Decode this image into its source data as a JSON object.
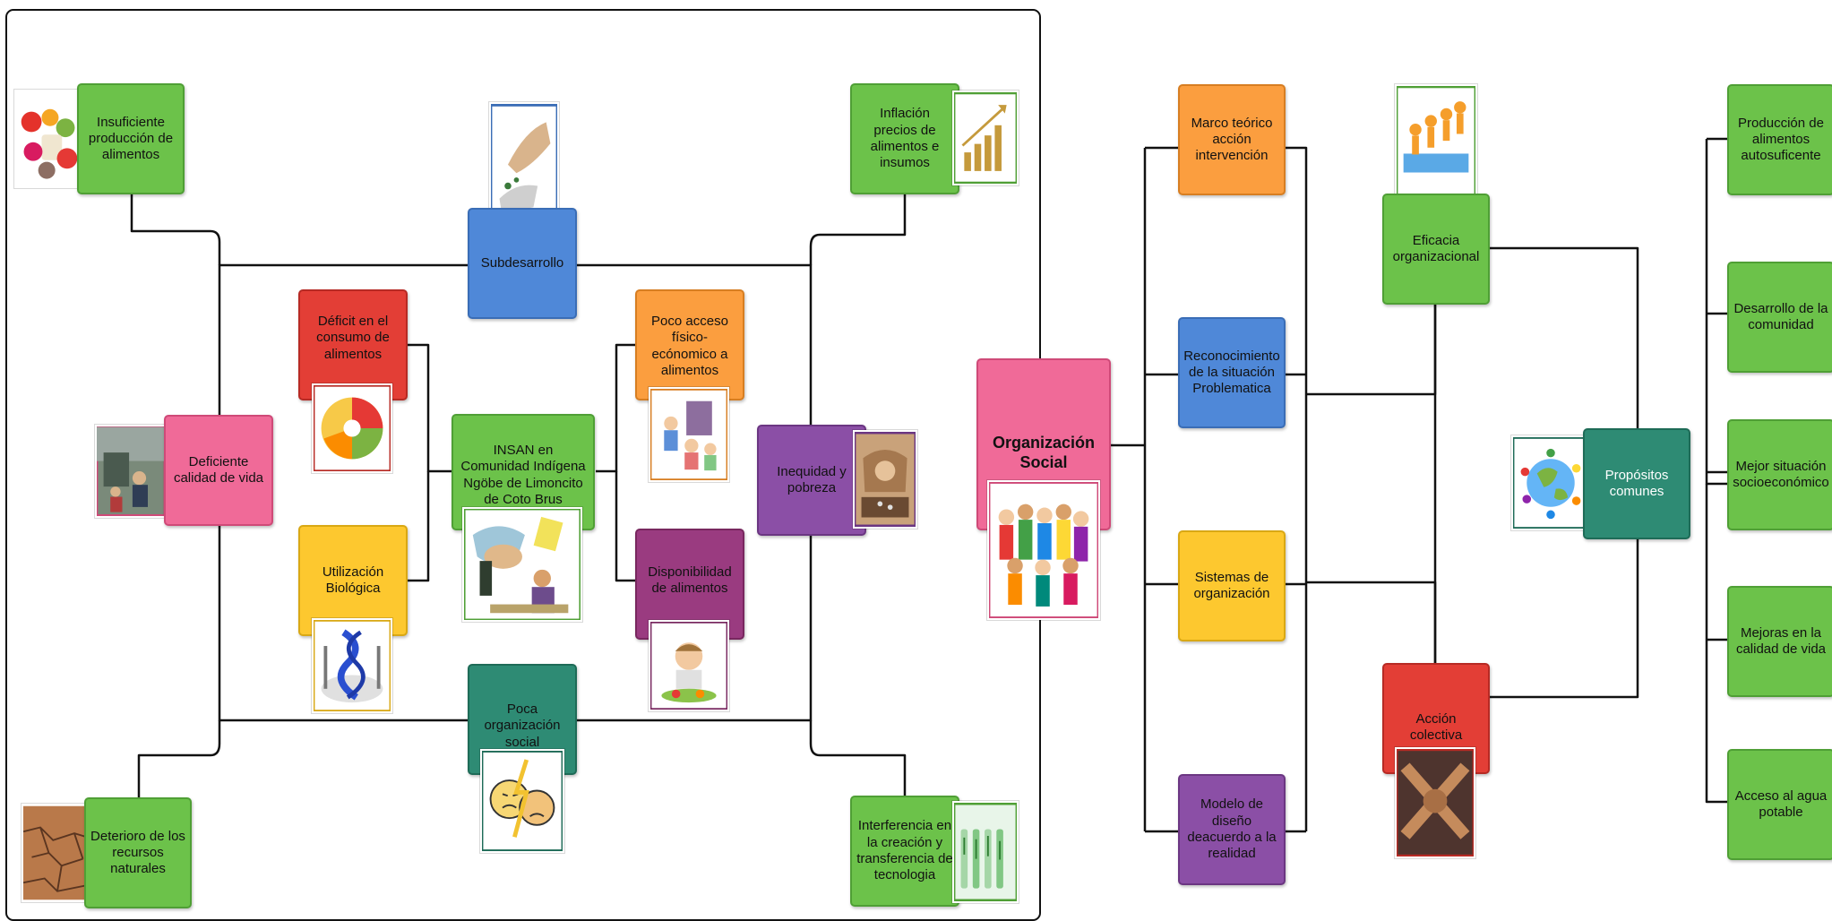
{
  "left_map": {
    "center": "INSAN en Comunidad Indígena Ngöbe de Limoncito de Coto Brus",
    "subdesarrollo": "Subdesarrollo",
    "poca_organizacion": "Poca organización social",
    "deficit": "Déficit en el consumo de alimentos",
    "utilizacion": "Utilización Biológica",
    "poco_acceso": "Poco acceso físico-ecónomico a alimentos",
    "disponibilidad": "Disponibilidad de alimentos",
    "deficiente": "Deficiente calidad de vida",
    "inequidad": "Inequidad y pobreza",
    "insuficiente": "Insuficiente producción de alimentos",
    "deterioro": "Deterioro de los recursos naturales",
    "inflacion": "Inflación precios de alimentos e insumos",
    "interferencia": "Interferencia en la creación y transferencia de tecnologia"
  },
  "right_map": {
    "organizacion": "Organización Social",
    "marco": "Marco teórico acción intervención",
    "reconocimiento": "Reconocimiento de la situación Problematica",
    "sistemas": "Sistemas de organización",
    "modelo": "Modelo de diseño deacuerdo a la realidad",
    "eficacia": "Eficacia organizacional",
    "accion": "Acción colectiva",
    "propositos": "Propósitos comunes",
    "produccion": "Producción de alimentos autosuficente",
    "desarrollo": "Desarrollo de la comunidad",
    "mejor": "Mejor situación socioeconómico",
    "mejoras": "Mejoras en la calidad de vida",
    "acceso": "Acceso al agua potable"
  },
  "colors": {
    "green": "#6cc24a",
    "blue": "#4f88d8",
    "red": "#e33e36",
    "orange": "#fb9e3f",
    "purple": "#8b4fa6",
    "yellow": "#fdc82f",
    "pink": "#f06a98",
    "teal": "#2e8b74"
  }
}
